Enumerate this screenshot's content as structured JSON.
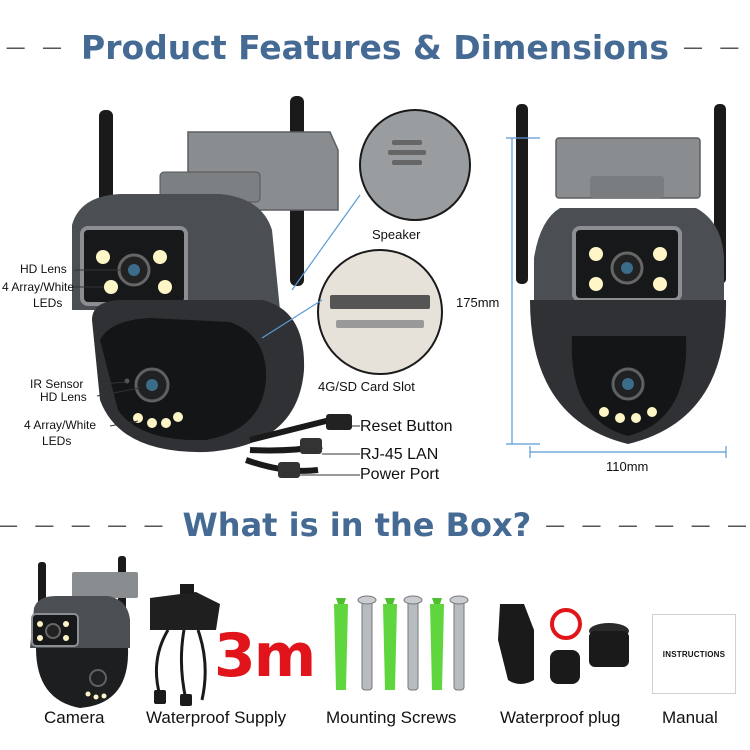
{
  "headings": {
    "features": "Product Features & Dimensions",
    "box": "What is in the Box?",
    "dash_left": "— — —",
    "dash_right": "— — —",
    "dash_left2": "— — — — —",
    "dash_right2": "— — — — — —"
  },
  "features": {
    "hd_lens_top": "HD Lens",
    "leds_top_1": "4 Array/White",
    "leds_top_2": "LEDs",
    "ir_sensor": "IR Sensor",
    "hd_lens_bottom": "HD Lens",
    "leds_bottom_1": "4 Array/White",
    "leds_bottom_2": "LEDs",
    "speaker": "Speaker",
    "card_slot": "4G/SD Card Slot",
    "reset_button": "Reset Button",
    "rj45": "RJ-45 LAN",
    "power_port": "Power Port"
  },
  "dimensions": {
    "height": "175mm",
    "width": "110mm"
  },
  "box_items": {
    "camera": "Camera",
    "supply": "Waterproof Supply",
    "cable_length": "3m",
    "screws": "Mounting Screws",
    "plug": "Waterproof plug",
    "manual": "Manual",
    "manual_cover": "INSTRUCTIONS"
  },
  "colors": {
    "heading": "#456a94",
    "accent_red": "#e0141a",
    "anchor_green": "#5fd63d",
    "led_white": "#fff6c8"
  }
}
